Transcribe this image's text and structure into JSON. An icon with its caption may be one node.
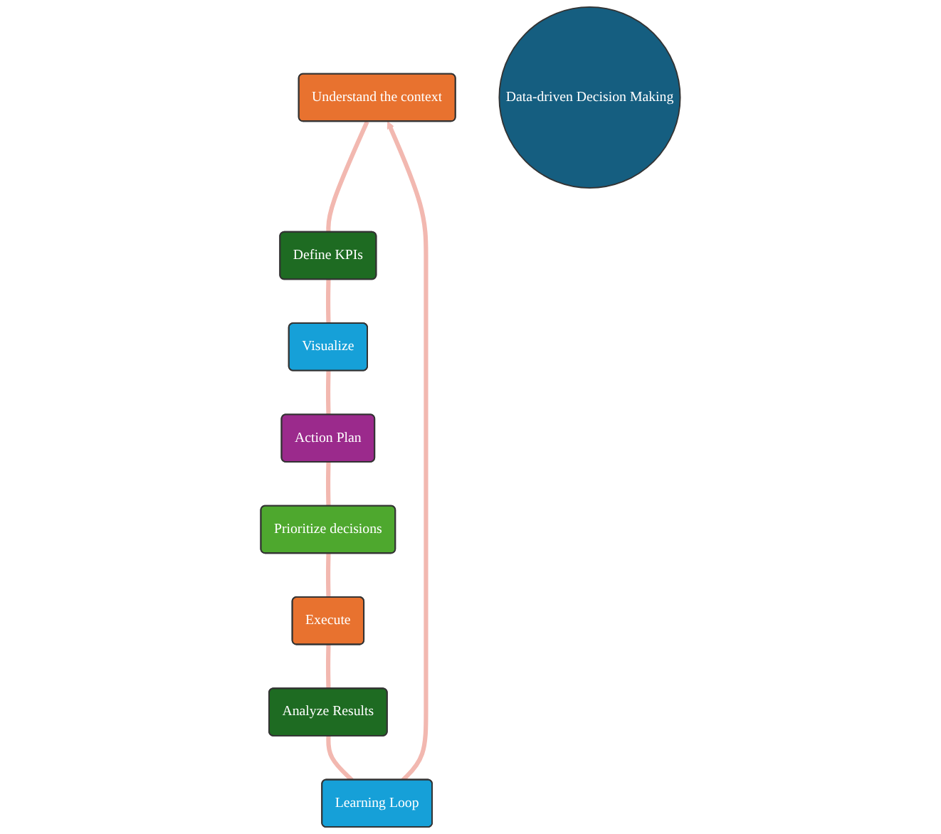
{
  "diagram": {
    "nodes": [
      {
        "text": [
          "Understand the context"
        ]
      },
      {
        "text": [
          "Define KPIs"
        ]
      },
      {
        "text": [
          "Visualize"
        ]
      },
      {
        "text": [
          "Action Plan"
        ]
      },
      {
        "text": [
          "Prioritize decisions"
        ]
      },
      {
        "text": [
          "Execute"
        ]
      },
      {
        "text": [
          "Analyze Results"
        ]
      },
      {
        "text": [
          "Learning Loop"
        ]
      },
      {
        "text": [
          "Data-driven Decision Making"
        ]
      }
    ],
    "edges": [
      {
        "from": 0,
        "to": 1,
        "arrow": "none"
      },
      {
        "from": 1,
        "to": 2,
        "arrow": "none"
      },
      {
        "from": 2,
        "to": 3,
        "arrow": "none"
      },
      {
        "from": 3,
        "to": 4,
        "arrow": "none"
      },
      {
        "from": 4,
        "to": 5,
        "arrow": "none"
      },
      {
        "from": 5,
        "to": 6,
        "arrow": "none"
      },
      {
        "from": 6,
        "to": 7,
        "arrow": "none"
      },
      {
        "from": 7,
        "to": 0,
        "arrow": "to"
      }
    ]
  }
}
